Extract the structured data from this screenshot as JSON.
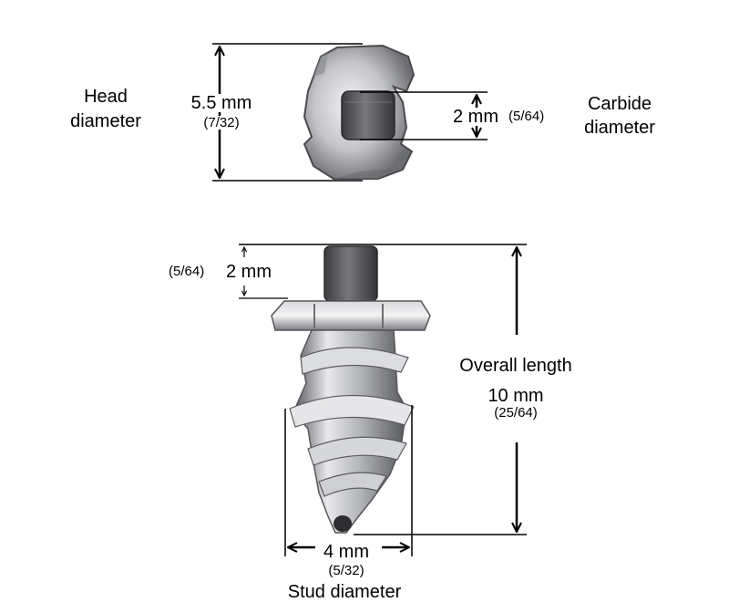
{
  "top_view": {
    "head_label_1": "Head",
    "head_label_2": "diameter",
    "head_mm": "5.5 mm",
    "head_in": "(7/32)",
    "carbide_mm": "2 mm",
    "carbide_in": "(5/64)",
    "carbide_label_1": "Carbide",
    "carbide_label_2": "diameter"
  },
  "side_view": {
    "tip_in": "(5/64)",
    "tip_mm": "2 mm",
    "overall_label": "Overall length",
    "overall_mm": "10 mm",
    "overall_in": "(25/64)",
    "stud_mm": "4 mm",
    "stud_in": "(5/32)",
    "stud_label": "Stud diameter"
  },
  "colors": {
    "line": "#000000",
    "metal_light": "#e8e8ea",
    "metal_mid": "#a9abb0",
    "metal_dark": "#4a4b4f",
    "carbide": "#55555a"
  }
}
